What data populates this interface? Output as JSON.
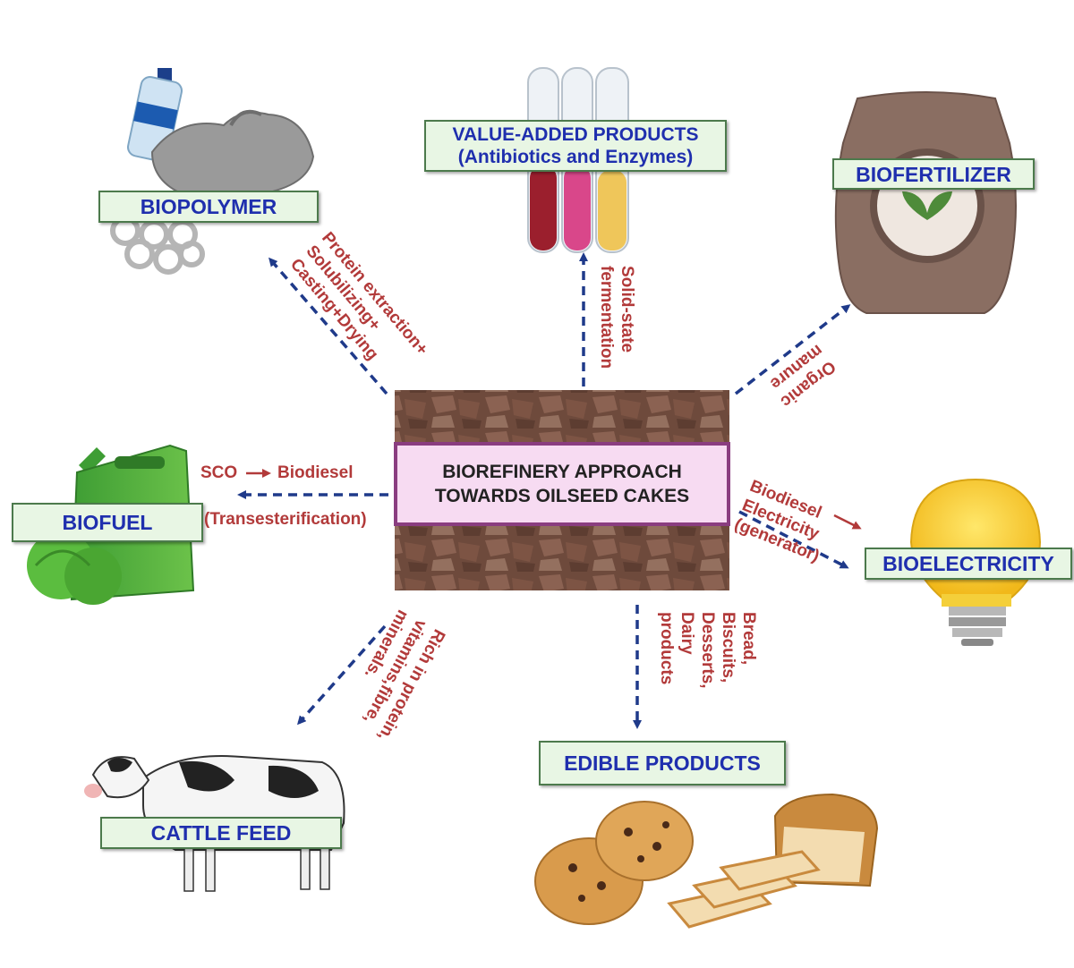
{
  "center": {
    "line1": "BIOREFINERY APPROACH",
    "line2": "TOWARDS OILSEED CAKES"
  },
  "products": {
    "biopolymer": "BIOPOLYMER",
    "value_added_line1": "VALUE-ADDED PRODUCTS",
    "value_added_line2": "(Antibiotics and Enzymes)",
    "biofertilizer": "BIOFERTILIZER",
    "biofuel": "BIOFUEL",
    "bioelectricity": "BIOELECTRICITY",
    "cattle_feed": "CATTLE FEED",
    "edible_products": "EDIBLE PRODUCTS"
  },
  "processes": {
    "biopolymer": [
      "Protein extraction+",
      "Solubilizing+",
      "Casting+Drying"
    ],
    "value_added": [
      "Solid-state",
      "fermentation"
    ],
    "biofertilizer": [
      "Organic",
      "manure"
    ],
    "biofuel_sco": "SCO",
    "biofuel_biodiesel": "Biodiesel",
    "biofuel_method": "(Transesterification)",
    "bioelectricity": [
      "Biodiesel",
      "Electricity",
      "(generator)"
    ],
    "cattle_feed": [
      "Rich in protein,",
      "vitamins,fibre,",
      "minerals."
    ],
    "edible": [
      "Bread,",
      "Biscuits,",
      "Desserts,",
      "Dairy",
      "products"
    ]
  },
  "colors": {
    "arrow": "#1f3a8a",
    "process_text": "#b23a3a",
    "label_text": "#1f2fae",
    "label_fill": "#e8f6e4",
    "center_fill": "#f7dbf2",
    "center_border": "#8a3d80"
  },
  "icons": [
    "plastic-waste-icon",
    "test-tubes-icon",
    "fertilizer-sack-icon",
    "fuel-jerrycan-icon",
    "light-bulb-icon",
    "cow-icon",
    "cookies-bread-icon",
    "oilseed-cake-image"
  ]
}
